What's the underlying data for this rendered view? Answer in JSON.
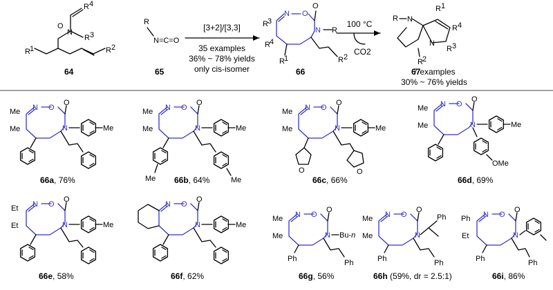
{
  "top": {
    "reagents": {
      "64": {
        "id": "64",
        "labels": [
          "R4",
          "R3",
          "R1",
          "R2"
        ]
      },
      "65": {
        "id": "65",
        "labels": [
          "R",
          "N=C=O"
        ]
      }
    },
    "arrow1": {
      "above": "[3+2]/[3,3]",
      "below": [
        "35 examples",
        "36% ~ 78% yields",
        "only cis-isomer"
      ]
    },
    "product66": {
      "id": "66"
    },
    "arrow2": {
      "above": "100 °C",
      "below": "CO2"
    },
    "product67": {
      "id": "67",
      "caption": [
        "7 examples",
        "30% ~ 76% yields"
      ]
    }
  },
  "compounds": [
    {
      "id": "66a",
      "yield": "76%"
    },
    {
      "id": "66b",
      "yield": "64%"
    },
    {
      "id": "66c",
      "yield": "66%"
    },
    {
      "id": "66d",
      "yield": "69%"
    },
    {
      "id": "66e",
      "yield": "58%"
    },
    {
      "id": "66f",
      "yield": "62%"
    },
    {
      "id": "66g",
      "yield": "56%"
    },
    {
      "id": "66h",
      "yield": "(59%, dr = 2.5:1)"
    },
    {
      "id": "66i",
      "yield": "86%"
    }
  ],
  "colors": {
    "ring": "#3333cc",
    "text": "#000000"
  }
}
